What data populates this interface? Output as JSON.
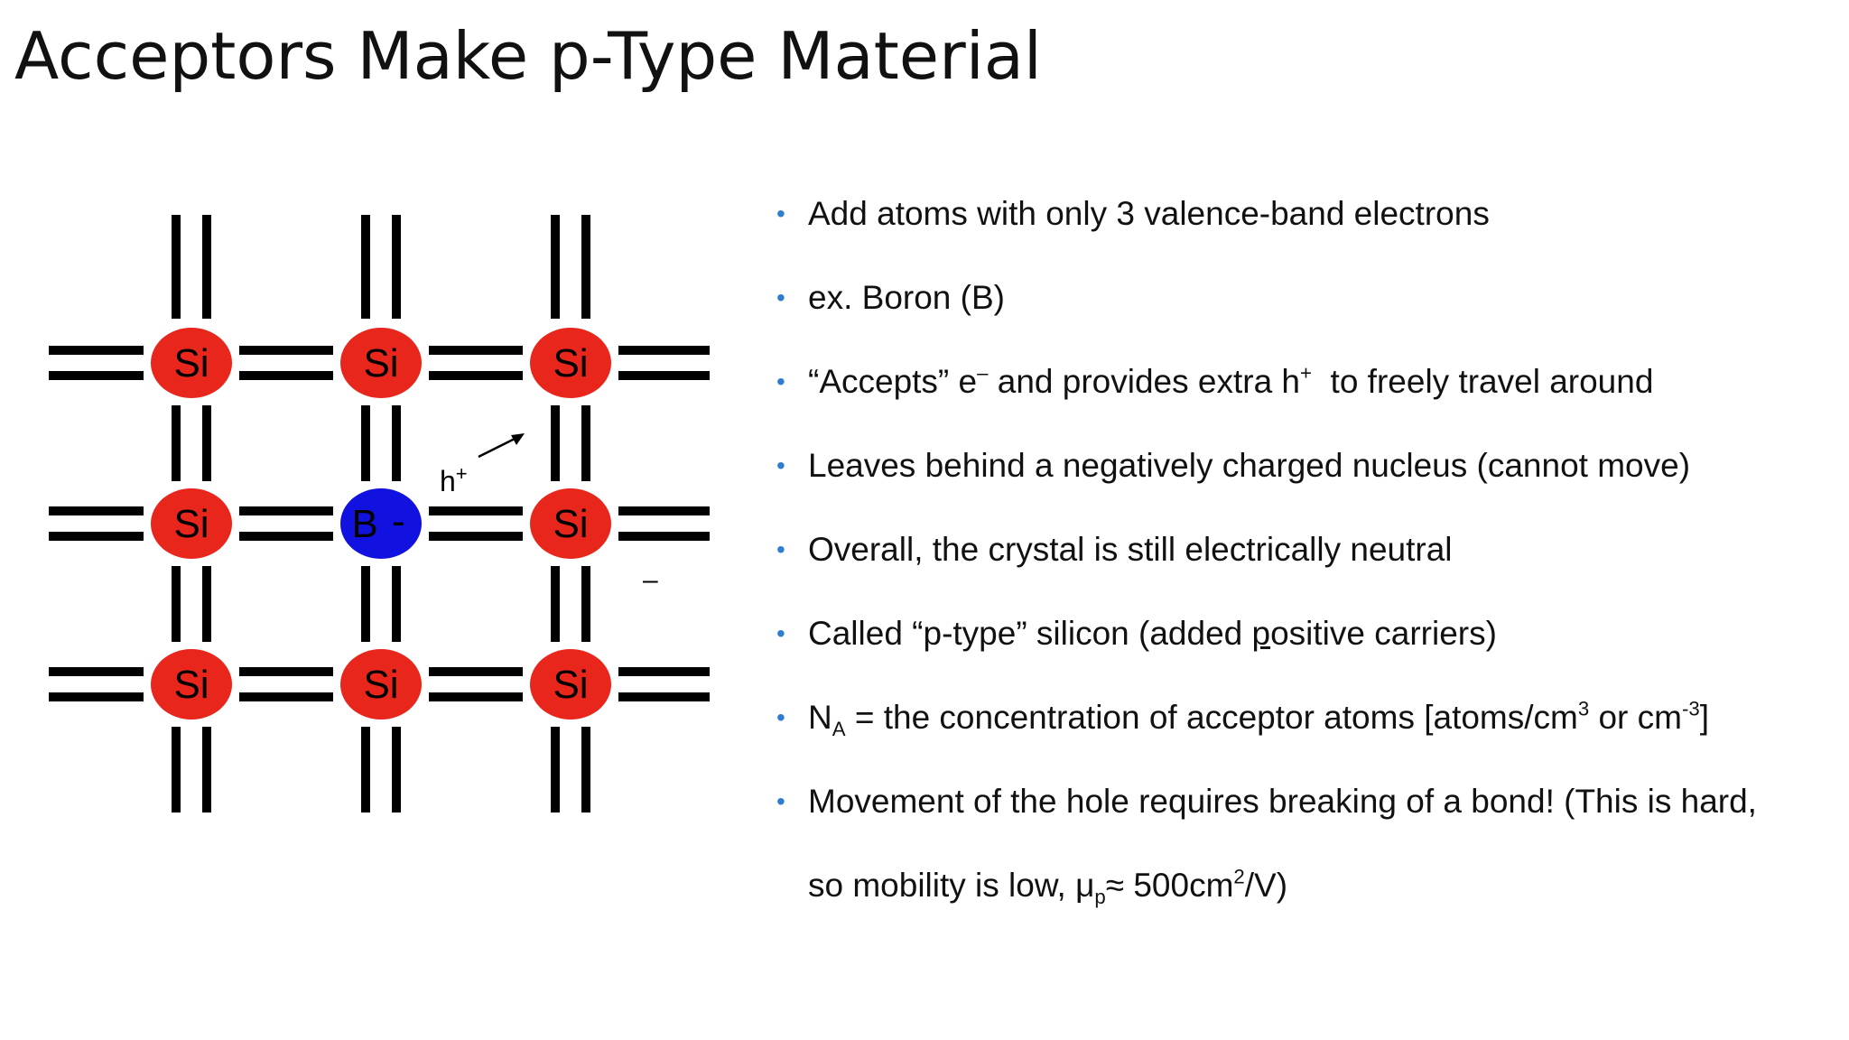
{
  "slide": {
    "title": "Acceptors Make p-Type Material"
  },
  "colors": {
    "si_atom": "#e8261c",
    "b_atom": "#1212e0",
    "bond": "#000000",
    "bullet_dot": "#2e7dd1",
    "text": "#111111"
  },
  "diagram": {
    "si_label": "Si",
    "b_label": "B",
    "b_charge": "-",
    "hole_label": "h",
    "hole_sup": "+",
    "minus_label": "–"
  },
  "bullets": {
    "b1": "Add atoms with only 3 valence-band electrons",
    "b2": "ex. Boron (B)",
    "b3": {
      "pre": "“Accepts” e",
      "sup1": "–",
      "mid": " and provides extra h",
      "sup2": "+",
      "post": "  to freely travel around"
    },
    "b4": "Leaves behind a negatively charged nucleus (cannot move)",
    "b5": "Overall, the crystal is still electrically neutral",
    "b6": {
      "pre": "Called “p-type” silicon (added ",
      "underlined": "p",
      "post": "ositive carriers)"
    },
    "b7": {
      "n": "N",
      "n_sub": "A",
      "mid": " = the concentration of acceptor atoms [atoms/cm",
      "sup1": "3",
      "mid2": " or cm",
      "sup2": "-3",
      "post": "]"
    },
    "b8": "Movement of the hole requires breaking of a bond! (This is hard,",
    "b8_cont": {
      "pre": "so mobility is low, μ",
      "sub": "p",
      "post": "≈ 500cm",
      "sup": "2",
      "end": "/V)"
    }
  }
}
